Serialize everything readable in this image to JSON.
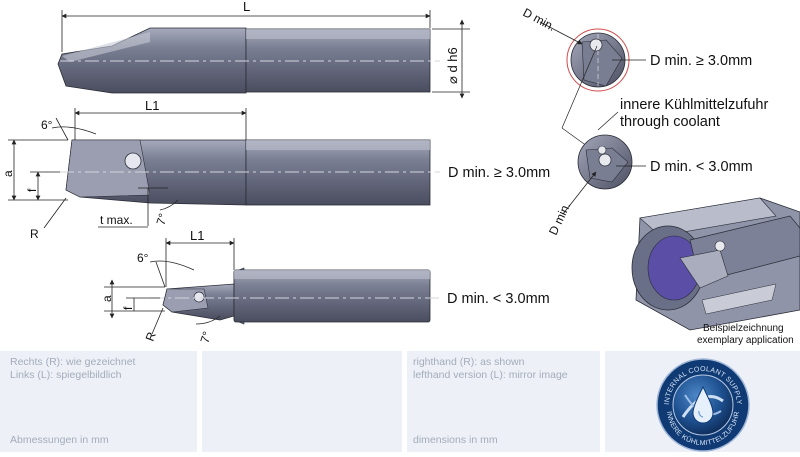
{
  "drawing": {
    "top_tool": {
      "length_label": "L",
      "shank_label": "⌀ d h6"
    },
    "middle_tool": {
      "length_label": "L1",
      "angle_top": "6°",
      "height_a": "a",
      "height_f": "f",
      "radius": "R",
      "depth": "t max.",
      "angle_bottom": "7°",
      "condition": "D min. ≥ 3.0mm"
    },
    "bottom_tool": {
      "length_label": "L1",
      "angle_top": "6°",
      "height_a": "a",
      "height_f": "f",
      "radius": "R",
      "angle_bottom": "7°",
      "condition": "D min. < 3.0mm"
    },
    "end_view_top": {
      "dmin_label": "D min.",
      "condition": "D min. ≥ 3.0mm"
    },
    "coolant_note": {
      "line1": "innere Kühlmittelzufuhr",
      "line2": "through coolant"
    },
    "end_view_bottom": {
      "dmin_label": "D min.",
      "condition": "D min. < 3.0mm"
    },
    "example_caption": {
      "line1": "Beispielzeichnung",
      "line2": "exemplary application"
    }
  },
  "footer": {
    "german": {
      "line1": "Rechts (R): wie gezeichnet",
      "line2": "Links (L): spiegelbildlich",
      "dimensions": "Abmessungen in mm"
    },
    "english": {
      "line1": "righthand (R): as shown",
      "line2": "lefthand version (L): mirror image",
      "dimensions": "dimensions in mm"
    },
    "seal": {
      "text_top": "INTERNAL COOLANT SUPPLY",
      "text_bottom": "INNERE KÜHLMITTELZUFUHR"
    }
  },
  "colors": {
    "tool_dark": "#5b5e72",
    "tool_light": "#9094a8",
    "footer_box": "#edf0f6",
    "footer_text": "#a4acbb",
    "seal_blue": "#1d4f8e"
  }
}
